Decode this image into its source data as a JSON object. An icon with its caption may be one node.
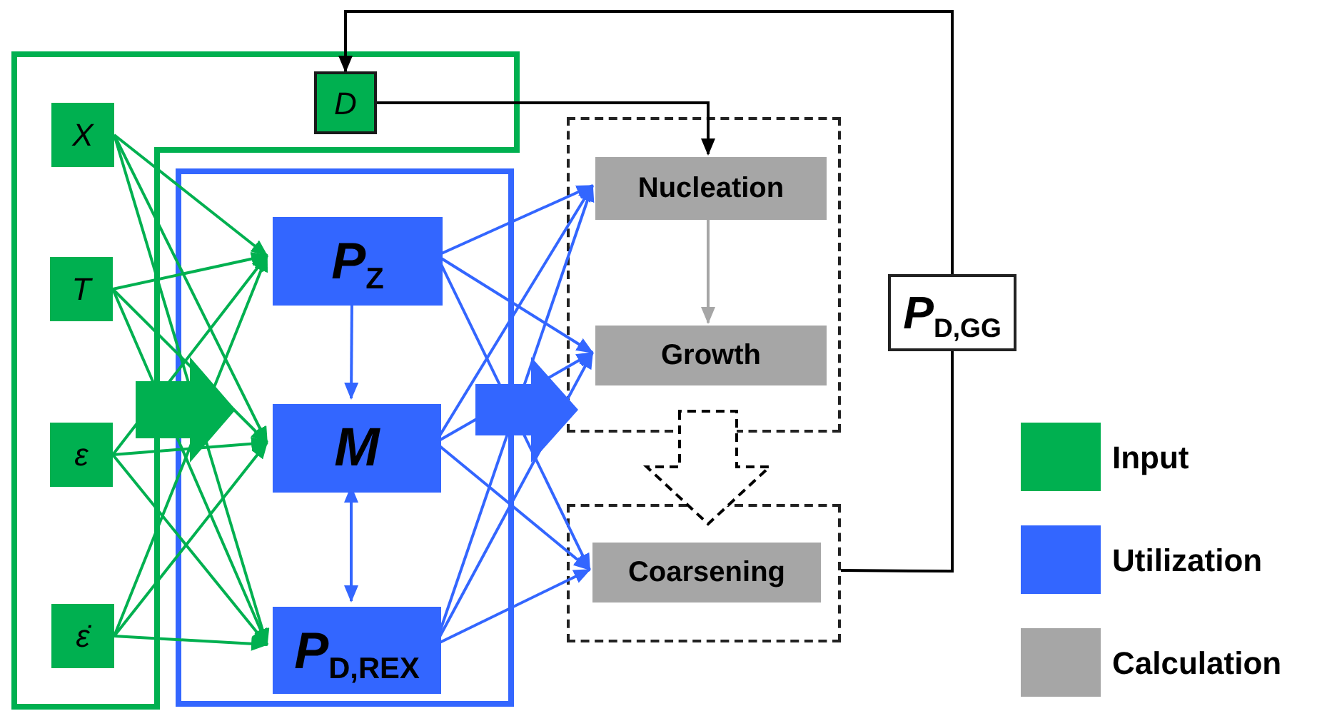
{
  "diagram": {
    "nodes": [
      {
        "text": [],
        "shape": "box"
      },
      {
        "text": [
          "D"
        ],
        "in": 0
      },
      {
        "text": [
          "X"
        ],
        "in": 0
      },
      {
        "text": [
          "T"
        ],
        "in": 0
      },
      {
        "text": [
          "ε"
        ],
        "in": 0
      },
      {
        "text": [
          "ε̇"
        ],
        "in": 0
      },
      {
        "text": [],
        "shape": "box"
      },
      {
        "text": [
          "*P*$_{Z}$"
        ],
        "in": 6
      },
      {
        "text": [
          "M"
        ],
        "in": 6
      },
      {
        "text": [
          "*P*$_{D,REX}$"
        ],
        "in": 6
      },
      {
        "text": [],
        "shape": "box"
      },
      {
        "text": [
          "Nucleation"
        ],
        "in": 10
      },
      {
        "text": [
          "Growth"
        ],
        "in": 10
      },
      {
        "text": [],
        "shape": "box"
      },
      {
        "text": [
          "Coarsening"
        ],
        "in": 13
      },
      {
        "text": [
          "*P*$_{D,GG}$"
        ]
      }
    ],
    "edges": [
      {
        "from": 2,
        "to": 7,
        "arrow": "to",
        "color": "#00b050"
      },
      {
        "from": 2,
        "to": 8,
        "arrow": "to",
        "color": "#00b050"
      },
      {
        "from": 2,
        "to": 9,
        "arrow": "to",
        "color": "#00b050"
      },
      {
        "from": 3,
        "to": 7,
        "arrow": "to",
        "color": "#00b050"
      },
      {
        "from": 3,
        "to": 8,
        "arrow": "to",
        "color": "#00b050"
      },
      {
        "from": 3,
        "to": 9,
        "arrow": "to",
        "color": "#00b050"
      },
      {
        "from": 4,
        "to": 7,
        "arrow": "to",
        "color": "#00b050"
      },
      {
        "from": 4,
        "to": 8,
        "arrow": "to",
        "color": "#00b050"
      },
      {
        "from": 4,
        "to": 9,
        "arrow": "to",
        "color": "#00b050"
      },
      {
        "from": 5,
        "to": 7,
        "arrow": "to",
        "color": "#00b050"
      },
      {
        "from": 5,
        "to": 8,
        "arrow": "to",
        "color": "#00b050"
      },
      {
        "from": 5,
        "to": 9,
        "arrow": "to",
        "color": "#00b050"
      },
      {
        "from": 7,
        "to": 8,
        "arrow": "to",
        "color": "#3366ff"
      },
      {
        "from": 8,
        "to": 9,
        "arrow": "both",
        "color": "#3366ff"
      },
      {
        "from": 7,
        "to": 11,
        "arrow": "to",
        "color": "#3366ff"
      },
      {
        "from": 7,
        "to": 12,
        "arrow": "to",
        "color": "#3366ff"
      },
      {
        "from": 7,
        "to": 14,
        "arrow": "to",
        "color": "#3366ff"
      },
      {
        "from": 8,
        "to": 11,
        "arrow": "to",
        "color": "#3366ff"
      },
      {
        "from": 8,
        "to": 12,
        "arrow": "to",
        "color": "#3366ff"
      },
      {
        "from": 8,
        "to": 14,
        "arrow": "to",
        "color": "#3366ff"
      },
      {
        "from": 9,
        "to": 11,
        "arrow": "to",
        "color": "#3366ff"
      },
      {
        "from": 9,
        "to": 12,
        "arrow": "to",
        "color": "#3366ff"
      },
      {
        "from": 9,
        "to": 14,
        "arrow": "to",
        "color": "#3366ff"
      },
      {
        "from": 11,
        "to": 12,
        "arrow": "to",
        "color": "#a6a6a6"
      },
      {
        "from": 1,
        "to": 11,
        "arrow": "to",
        "color": "#000000"
      },
      {
        "from": 13,
        "to": 15,
        "arrow": "none",
        "color": "#000000"
      },
      {
        "from": 15,
        "to": 1,
        "arrow": "to",
        "color": "#000000"
      },
      {
        "from": 0,
        "to": 6,
        "arrow": "to",
        "style": "thick",
        "color": "#00b050"
      },
      {
        "from": 6,
        "to": 10,
        "arrow": "to",
        "style": "thick",
        "color": "#3366ff"
      },
      {
        "from": 10,
        "to": 13,
        "arrow": "to",
        "style": "dashed",
        "color": "#000000"
      }
    ],
    "legend": [
      {
        "text": "Input",
        "color": "#00b050"
      },
      {
        "text": "Utilization",
        "color": "#3366ff"
      },
      {
        "text": "Calculation",
        "color": "#a6a6a6"
      }
    ]
  }
}
